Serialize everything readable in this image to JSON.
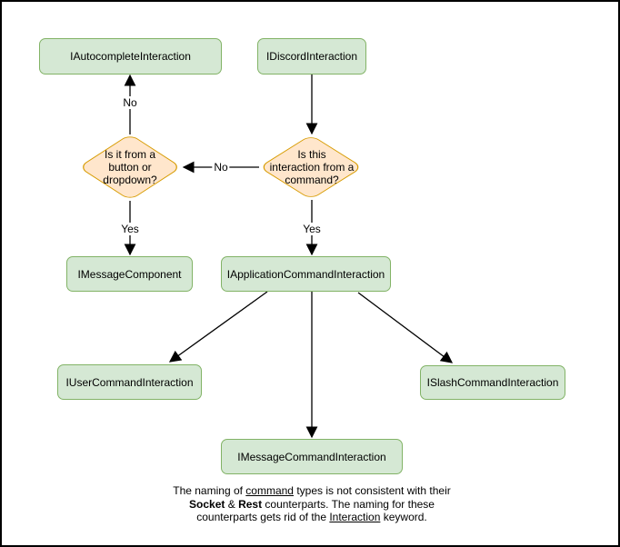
{
  "diagram": {
    "boxes": {
      "autocomplete": "IAutocompleteInteraction",
      "discord": "IDiscordInteraction",
      "message_component": "IMessageComponent",
      "application_command": "IApplicationCommandInteraction",
      "user_command": "IUserCommandInteraction",
      "slash_command": "ISlashCommandInteraction",
      "message_command": "IMessageCommandInteraction"
    },
    "decisions": {
      "button_dropdown": {
        "lines": [
          "Is it from a",
          "button or",
          "dropdown?"
        ]
      },
      "from_command": {
        "lines": [
          "Is this",
          "interaction from a",
          "command?"
        ]
      }
    },
    "edge_labels": {
      "autocomplete_no": "No",
      "command_no": "No",
      "component_yes": "Yes",
      "application_yes": "Yes"
    },
    "caption": {
      "l1a": "The naming of ",
      "l1b": "command",
      "l1c": " types is not consistent with their",
      "l2a": "Socket",
      "l2b": " & ",
      "l2c": "Rest",
      "l2d": " counterparts. The naming for these",
      "l3a": "counterparts gets rid of the ",
      "l3b": "Interaction",
      "l3c": " keyword."
    },
    "colors": {
      "box_fill": "#d5e8d4",
      "box_border": "#82b366",
      "decision_fill": "#ffe6cc",
      "decision_border": "#d79b00",
      "arrow": "#000000",
      "text": "#000000",
      "frame": "#000000",
      "background": "#ffffff"
    }
  }
}
